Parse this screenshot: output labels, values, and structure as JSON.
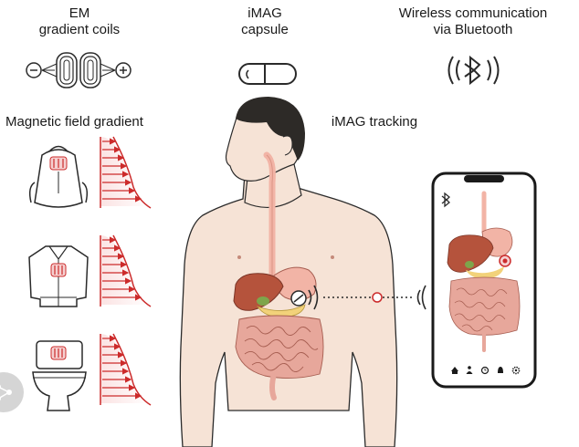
{
  "labels": {
    "em_coils_line1": "EM",
    "em_coils_line2": "gradient coils",
    "capsule_line1": "iMAG",
    "capsule_line2": "capsule",
    "wireless_line1": "Wireless communication",
    "wireless_line2": "via Bluetooth",
    "magnetic_field_gradient": "Magnetic field gradient",
    "tracking": "iMAG tracking"
  },
  "icons": {
    "coil": "coil-icon",
    "capsule": "capsule-icon",
    "bluetooth": "bluetooth-icon",
    "backpack": "backpack-icon",
    "jacket": "jacket-icon",
    "toilet": "toilet-icon",
    "phone": "smartphone-icon",
    "share": "share-icon"
  },
  "colors": {
    "skin": "#f6e3d6",
    "outline": "#2a2a2a",
    "accent_red": "#cc2b2b",
    "coil_red": "#e07a7a",
    "liver": "#b5533c",
    "intestine": "#e7a79b",
    "stomach": "#f2b4a6",
    "gallbladder": "#7ea54b",
    "pancreas": "#f2d27a",
    "hair": "#2d2a27"
  }
}
